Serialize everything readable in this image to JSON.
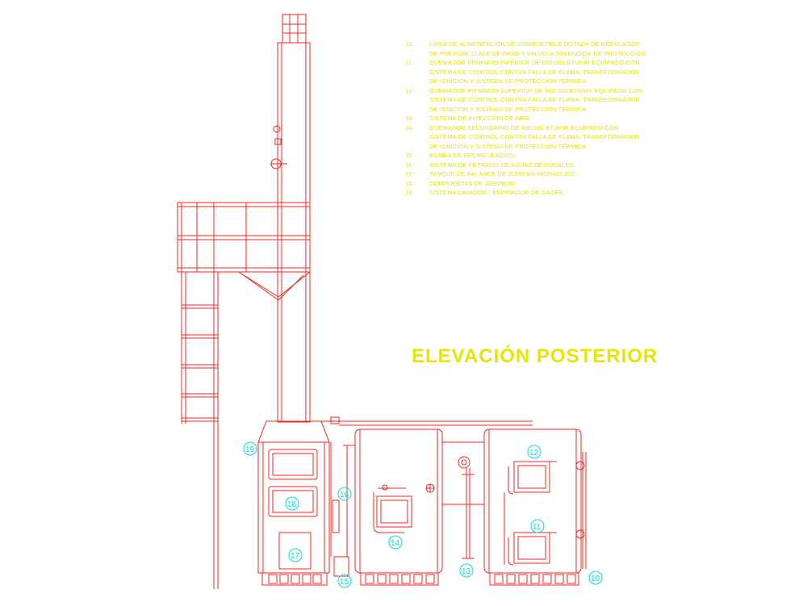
{
  "legend": [
    {
      "num": "10.-",
      "text": "LINEA DE ALIMENTACION DE COMBUSTIBLE DOTADA DE REGULADOR DE PRESION, LLAVE DE PASO Y VALVULA SOLENOIDE DE PROTECCION."
    },
    {
      "num": "11.-",
      "text": "QUEMADOR PRIMARIO INFERIOR DE 600,000 BTU/HR EQUIPADO CON SISTEMA DE CONTROL CONTRA FALLA DE FLAMA, TRANSFORMADOR DE IGNICION Y SISTEMA DE PROTECCION TERMICA."
    },
    {
      "num": "12.-",
      "text": "QUEMADOR PRIMARIO SUPERIOR DE 600,000 BTU/HR EQUIPADO CON SISTEMA DE CONTROL CONTRA FALLA DE FLAMA, TRANSFORMADOR DE IGNICION Y SISTEMA DE PROTECCION TERMICA."
    },
    {
      "num": "13.-",
      "text": "SISTEMA DE INYECCION DE AIRE."
    },
    {
      "num": "14.-",
      "text": "QUEMADOR SECUNDARIO DE 800,000 BTU/HR EQUIPADO CON SISTEMA DE CONTROL CONTRA FALLA DE FLAMA, TRANSFORMADOR DE IGNICION Y SISTEMA DE PROTECCION TERMICA."
    },
    {
      "num": "15.-",
      "text": "BOMBA DE RECIRCULACION."
    },
    {
      "num": "16.-",
      "text": "SISTEMA DE FILTRADO DE AGUAS RESIDUALES."
    },
    {
      "num": "17.-",
      "text": "TANQUE DE BALANCE DE SISTEMA HIDRAULICO."
    },
    {
      "num": "18.-",
      "text": "COMPUERTAS DE SERVICIO."
    },
    {
      "num": "19.-",
      "text": "SISTEMA LAVADOR - ENFRIADOR DE GASES."
    }
  ],
  "title": "ELEVACIÓN POSTERIOR",
  "tags": {
    "t19": "19",
    "t18": "18",
    "t17": "17",
    "t16": "16",
    "t15": "15",
    "t14": "14",
    "t13": "13",
    "t12": "12",
    "t11": "11",
    "t10": "10"
  },
  "colors": {
    "background": "#ffffff",
    "drawing": "#ff2020",
    "text": "#e6e600",
    "tags": "#00e0e0"
  }
}
